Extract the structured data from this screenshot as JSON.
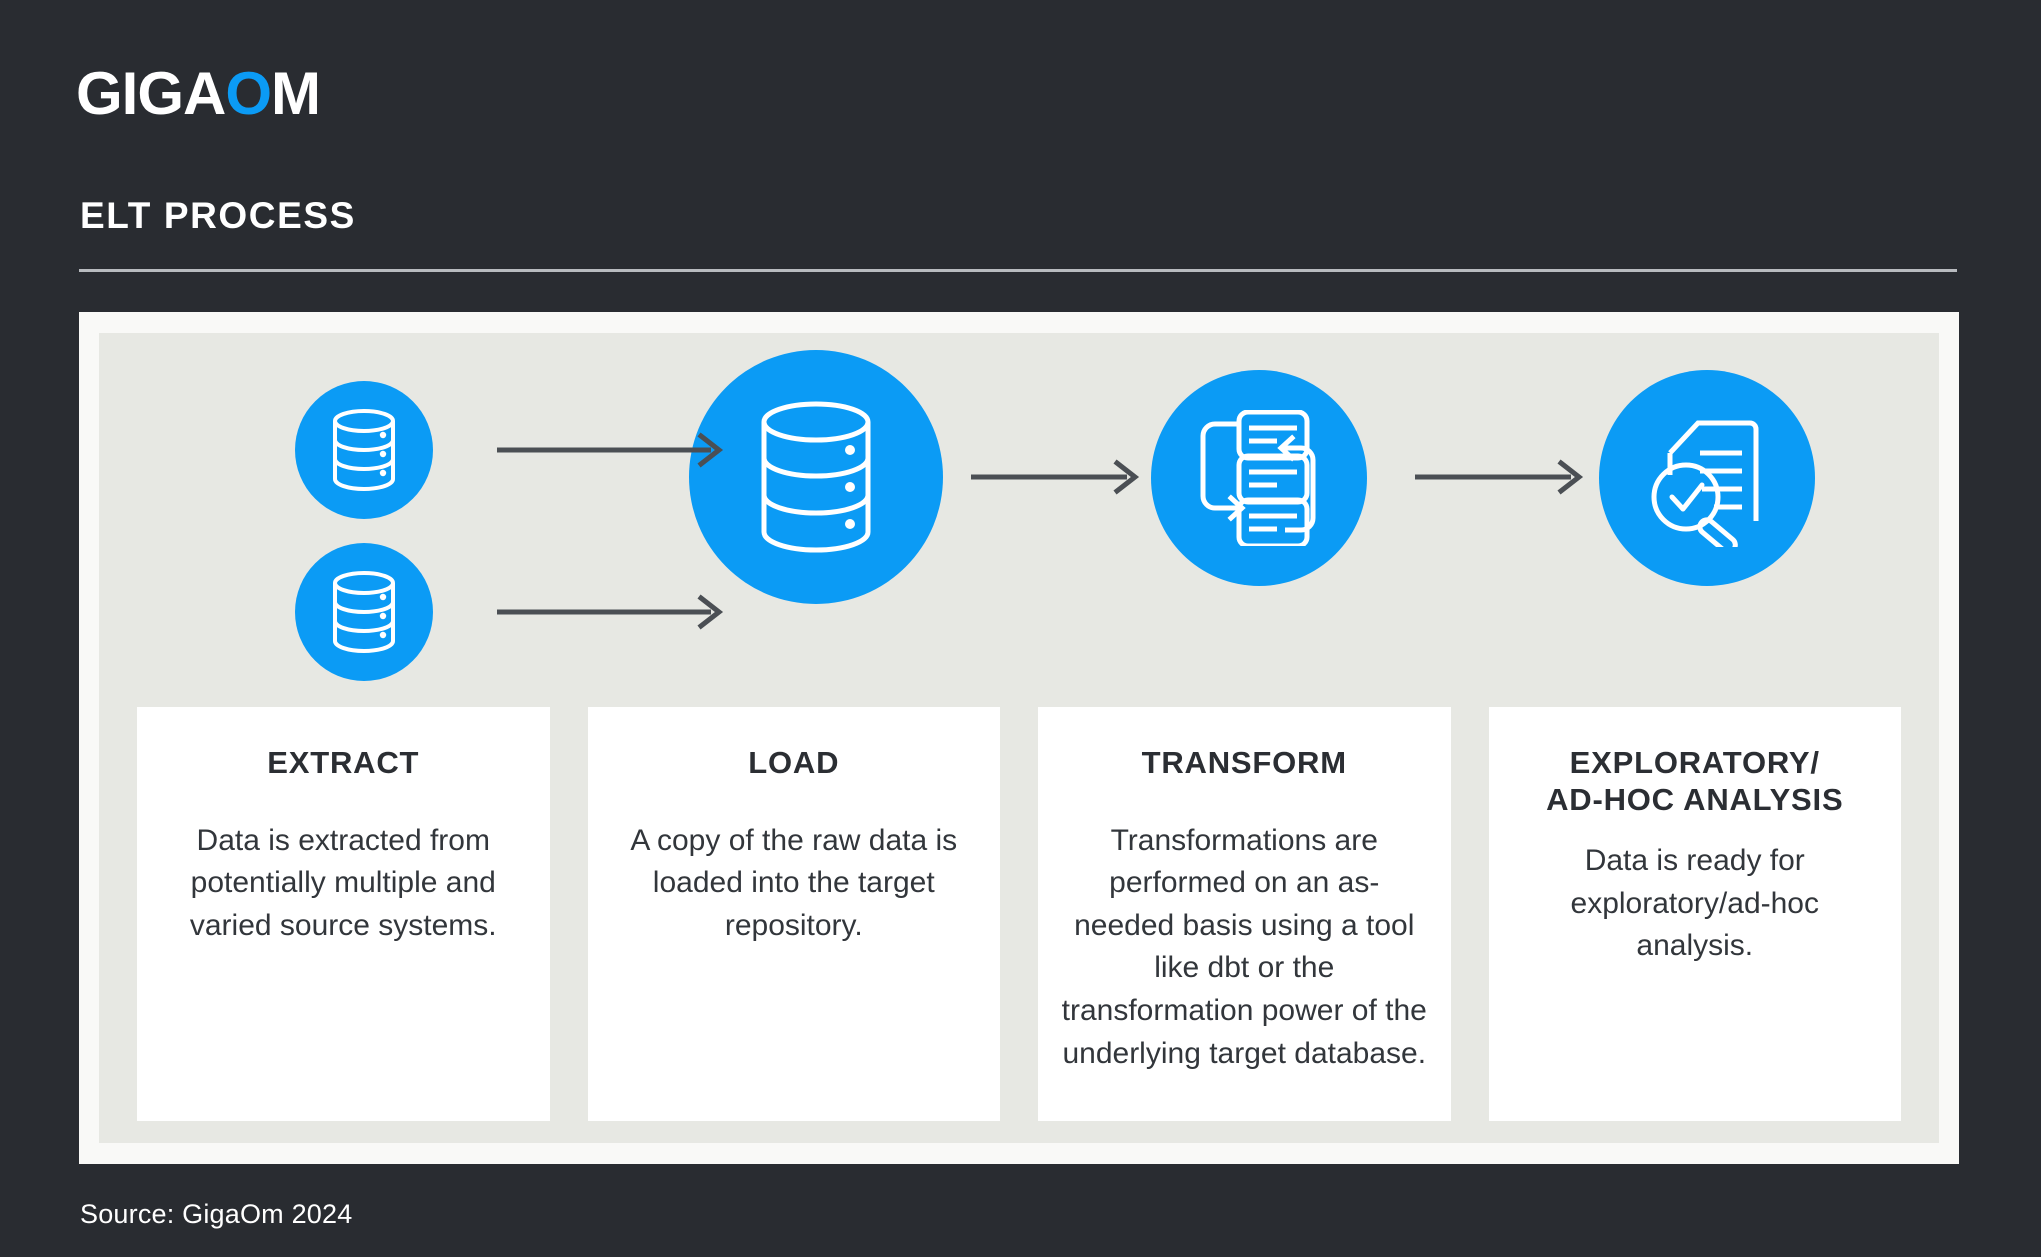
{
  "brand": {
    "logo_part1": "GIGA",
    "logo_accent": "O",
    "logo_part2": "M",
    "accent_color": "#0B9BF5",
    "background_color": "#292C31"
  },
  "header": {
    "title": "ELT PROCESS"
  },
  "diagram": {
    "icons": [
      {
        "name": "source-database-1",
        "icon": "database-icon"
      },
      {
        "name": "source-database-2",
        "icon": "database-icon"
      },
      {
        "name": "target-repository",
        "icon": "database-large-icon"
      },
      {
        "name": "transform-process",
        "icon": "transform-flow-icon"
      },
      {
        "name": "exploratory-analysis",
        "icon": "document-magnifier-check-icon"
      }
    ],
    "arrows": [
      {
        "name": "arrow-source1-to-load"
      },
      {
        "name": "arrow-source2-to-load"
      },
      {
        "name": "arrow-load-to-transform"
      },
      {
        "name": "arrow-transform-to-analysis"
      }
    ]
  },
  "cards": [
    {
      "title": "EXTRACT",
      "body": "Data is extracted from potentially multiple and varied source systems."
    },
    {
      "title": "LOAD",
      "body": "A copy of the raw data is loaded into the target repository."
    },
    {
      "title": "TRANSFORM",
      "body": "Transformations are performed on an as-needed basis using a tool like dbt or the transformation power of the underlying target database."
    },
    {
      "title": "EXPLORATORY/\nAD-HOC ANALYSIS",
      "body": "Data is ready for exploratory/ad-hoc analysis."
    }
  ],
  "footer": {
    "source": "Source: GigaOm 2024"
  }
}
